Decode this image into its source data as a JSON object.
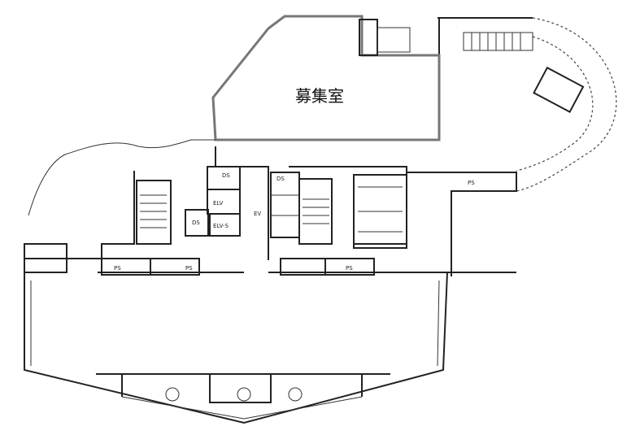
{
  "plan": {
    "highlight_room": "募集室",
    "labels": {
      "ds1": "DS",
      "ds2": "DS",
      "ds3": "DS",
      "ps1": "PS",
      "ps2": "PS",
      "ps3": "PS",
      "ps4": "PS",
      "elv1": "ELV",
      "elv2": "ELV-S",
      "ev": "EV"
    },
    "colors": {
      "highlight_outline": "#777777",
      "walls": "#222222"
    }
  }
}
